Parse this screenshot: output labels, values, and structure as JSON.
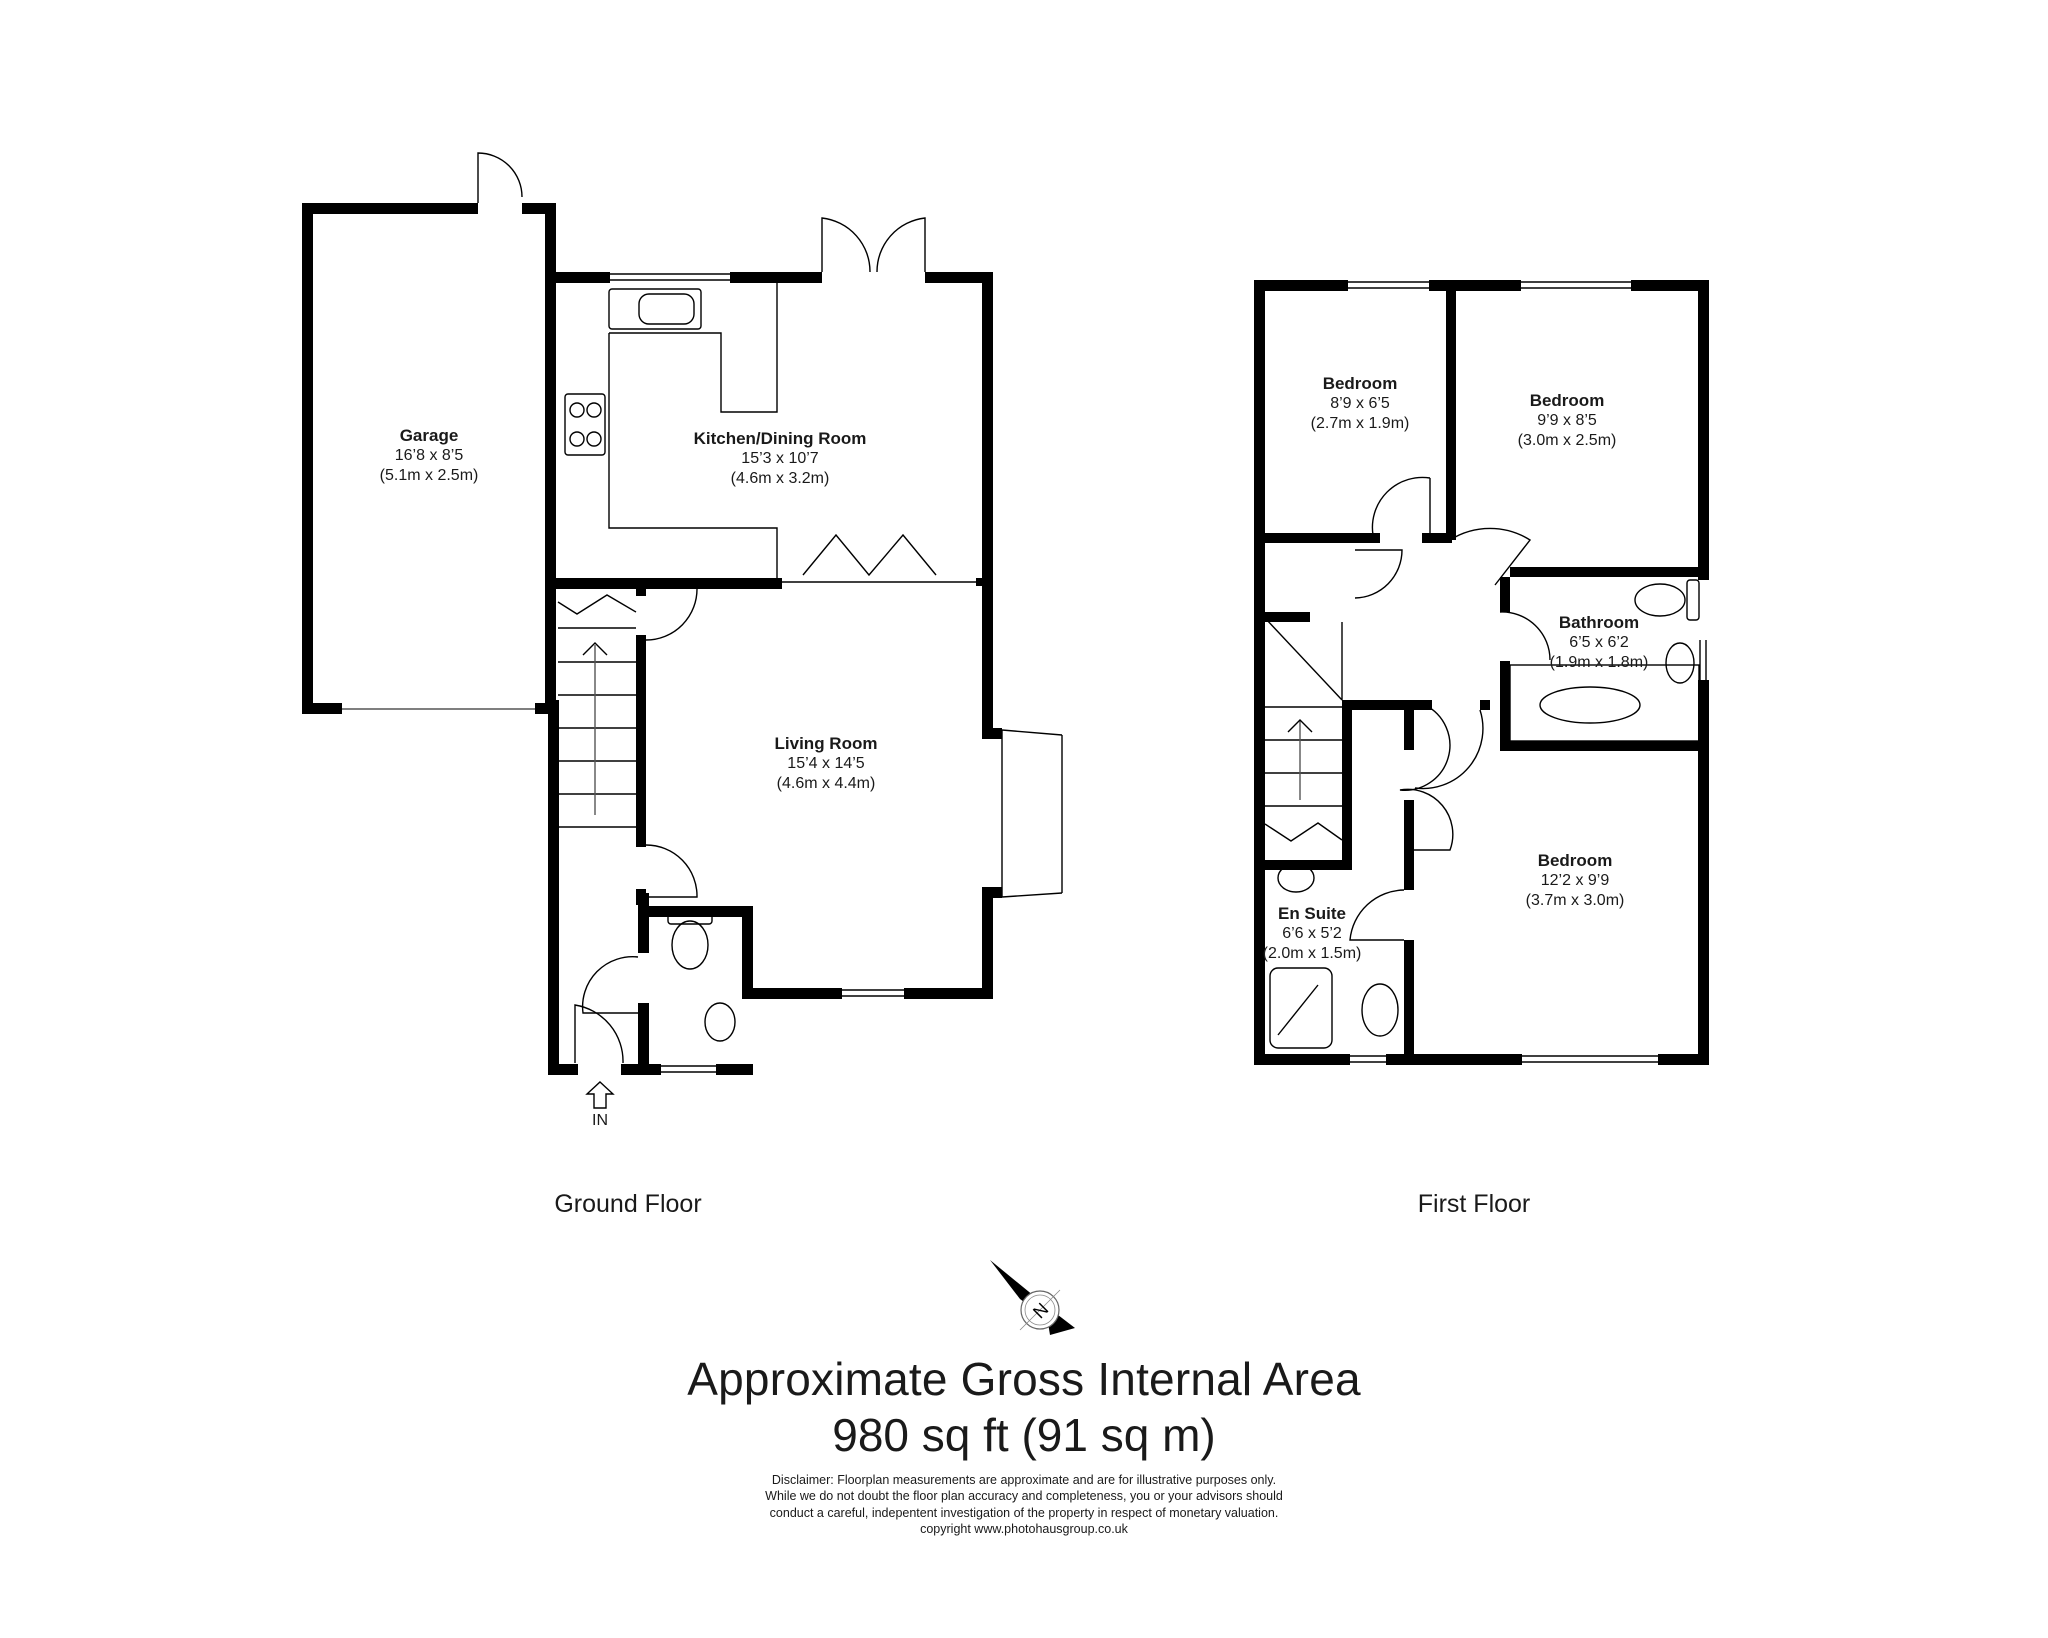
{
  "ground_floor": {
    "label": "Ground Floor",
    "entrance_label": "IN",
    "rooms": [
      {
        "name": "Garage",
        "imperial": "16’8 x 8’5",
        "metric": "(5.1m x 2.5m)"
      },
      {
        "name": "Kitchen/Dining Room",
        "imperial": "15’3 x 10’7",
        "metric": "(4.6m x 3.2m)"
      },
      {
        "name": "Living Room",
        "imperial": "15’4 x 14’5",
        "metric": "(4.6m x 4.4m)"
      }
    ]
  },
  "first_floor": {
    "label": "First Floor",
    "rooms": [
      {
        "name": "Bedroom",
        "imperial": "8’9 x 6’5",
        "metric": "(2.7m x 1.9m)"
      },
      {
        "name": "Bedroom",
        "imperial": "9’9 x 8’5",
        "metric": "(3.0m x 2.5m)"
      },
      {
        "name": "Bathroom",
        "imperial": "6’5 x 6’2",
        "metric": "(1.9m x 1.8m)"
      },
      {
        "name": "Bedroom",
        "imperial": "12’2 x 9’9",
        "metric": "(3.7m x 3.0m)"
      },
      {
        "name": "En Suite",
        "imperial": "6’6 x 5’2",
        "metric": "(2.0m x 1.5m)"
      }
    ]
  },
  "compass": {
    "icon": "north-arrow-icon",
    "letter": "N"
  },
  "summary": {
    "title": "Approximate Gross Internal Area",
    "area": "980 sq ft  (91 sq m)"
  },
  "disclaimer": {
    "line1": "Disclaimer: Floorplan measurements are approximate and are for illustrative purposes only.",
    "line2": "While we do not doubt the floor plan accuracy and completeness, you or your advisors should",
    "line3": "conduct a careful, indepentent investigation of the property in respect of monetary valuation.",
    "line4": "copyright www.photohausgroup.co.uk"
  },
  "colors": {
    "wall": "#000000",
    "background": "#ffffff",
    "text": "#1a1a1a"
  }
}
